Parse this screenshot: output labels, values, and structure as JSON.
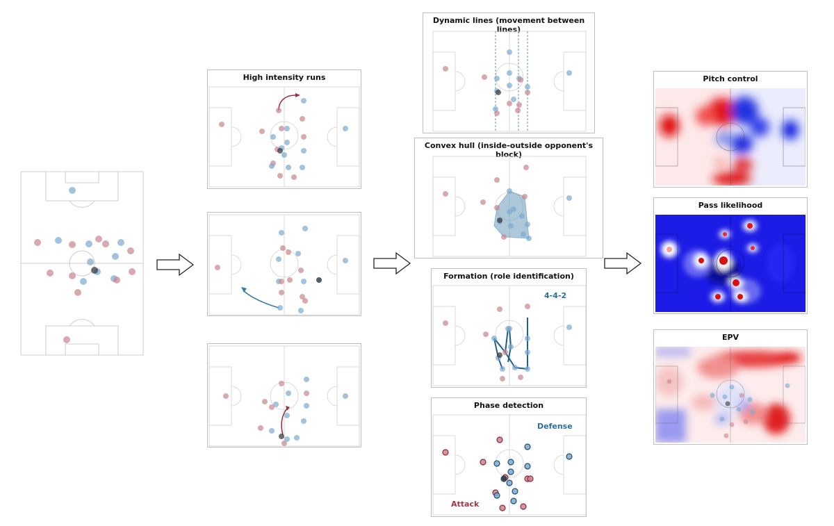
{
  "panels": {
    "high_intensity_runs": "High intensity runs",
    "dynamic_lines": "Dynamic lines (movement between lines)",
    "convex_hull": "Convex hull (inside-outside opponent's block)",
    "formation": "Formation (role identification)",
    "formation_label": "4-4-2",
    "phase_detection": "Phase detection",
    "phase_defense": "Defense",
    "phase_attack": "Attack",
    "pitch_control": "Pitch control",
    "pass_likelihood": "Pass likelihood",
    "epv": "EPV"
  },
  "colors": {
    "red_team": "#c9848f",
    "blue_team": "#7aa9cf",
    "run_red": "#a03040",
    "run_blue": "#3a79a5",
    "formation": "#1f5f8b",
    "hull_fill": "#6a9ab8",
    "attack_text": "#a33844",
    "defense_text": "#2b6f9c"
  }
}
